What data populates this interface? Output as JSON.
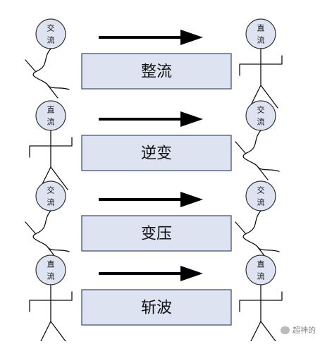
{
  "rows": [
    {
      "left_head": [
        "交",
        "流"
      ],
      "left_pose": "ac",
      "process": "整流",
      "right_head": [
        "直",
        "流"
      ],
      "right_pose": "dc"
    },
    {
      "left_head": [
        "直",
        "流"
      ],
      "left_pose": "dc",
      "process": "逆变",
      "right_head": [
        "交",
        "流"
      ],
      "right_pose": "ac"
    },
    {
      "left_head": [
        "交",
        "流"
      ],
      "left_pose": "ac",
      "process": "变压",
      "right_head": [
        "交",
        "流"
      ],
      "right_pose": "ac"
    },
    {
      "left_head": [
        "直",
        "流"
      ],
      "left_pose": "dc",
      "process": "斩波",
      "right_head": [
        "直",
        "流"
      ],
      "right_pose": "dc"
    }
  ],
  "watermark": {
    "text": "超神的"
  }
}
